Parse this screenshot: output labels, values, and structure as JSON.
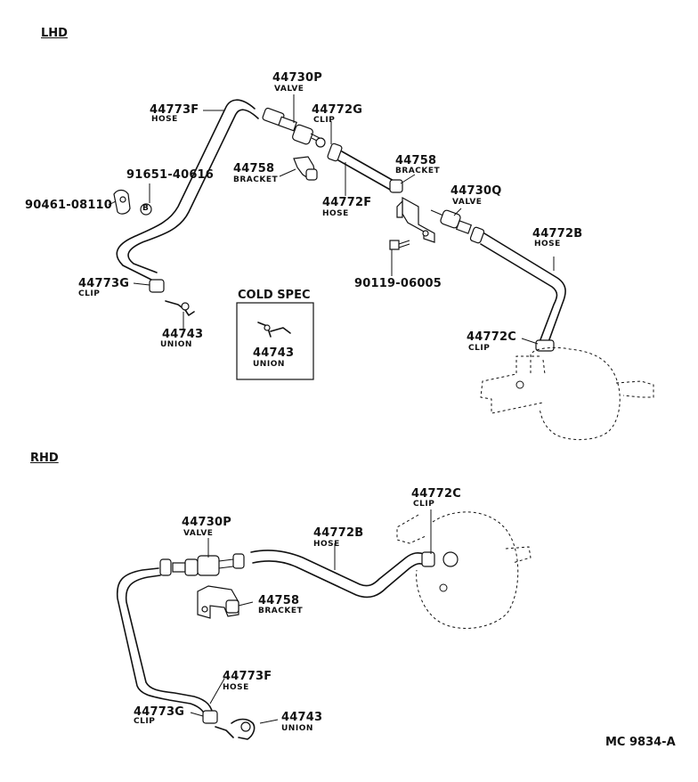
{
  "sections": {
    "lhd": "LHD",
    "rhd": "RHD",
    "cold_spec": "COLD SPEC"
  },
  "lhd": {
    "valve_p": {
      "number": "44730P",
      "name": "VALVE"
    },
    "clip_g": {
      "number": "44772G",
      "name": "CLIP"
    },
    "hose_f": {
      "number": "44773F",
      "name": "HOSE"
    },
    "bolt": {
      "number": "91651-40616"
    },
    "bolt_marker": "B",
    "nut": {
      "number": "90461-08110"
    },
    "bracket_left": {
      "number": "44758",
      "name": "BRACKET"
    },
    "hose_772f": {
      "number": "44772F",
      "name": "HOSE"
    },
    "bracket_right": {
      "number": "44758",
      "name": "BRACKET"
    },
    "valve_q": {
      "number": "44730Q",
      "name": "VALVE"
    },
    "hose_b": {
      "number": "44772B",
      "name": "HOSE"
    },
    "screw": {
      "number": "90119-06005"
    },
    "clip_c": {
      "number": "44772C",
      "name": "CLIP"
    },
    "clip_773g": {
      "number": "44773G",
      "name": "CLIP"
    },
    "union": {
      "number": "44743",
      "name": "UNION"
    },
    "cold_union": {
      "number": "44743",
      "name": "UNION"
    }
  },
  "rhd": {
    "clip_c": {
      "number": "44772C",
      "name": "CLIP"
    },
    "valve_p": {
      "number": "44730P",
      "name": "VALVE"
    },
    "hose_b": {
      "number": "44772B",
      "name": "HOSE"
    },
    "bracket": {
      "number": "44758",
      "name": "BRACKET"
    },
    "hose_f": {
      "number": "44773F",
      "name": "HOSE"
    },
    "clip_g": {
      "number": "44773G",
      "name": "CLIP"
    },
    "union": {
      "number": "44743",
      "name": "UNION"
    }
  },
  "drawing_code": "MC 9834-A"
}
